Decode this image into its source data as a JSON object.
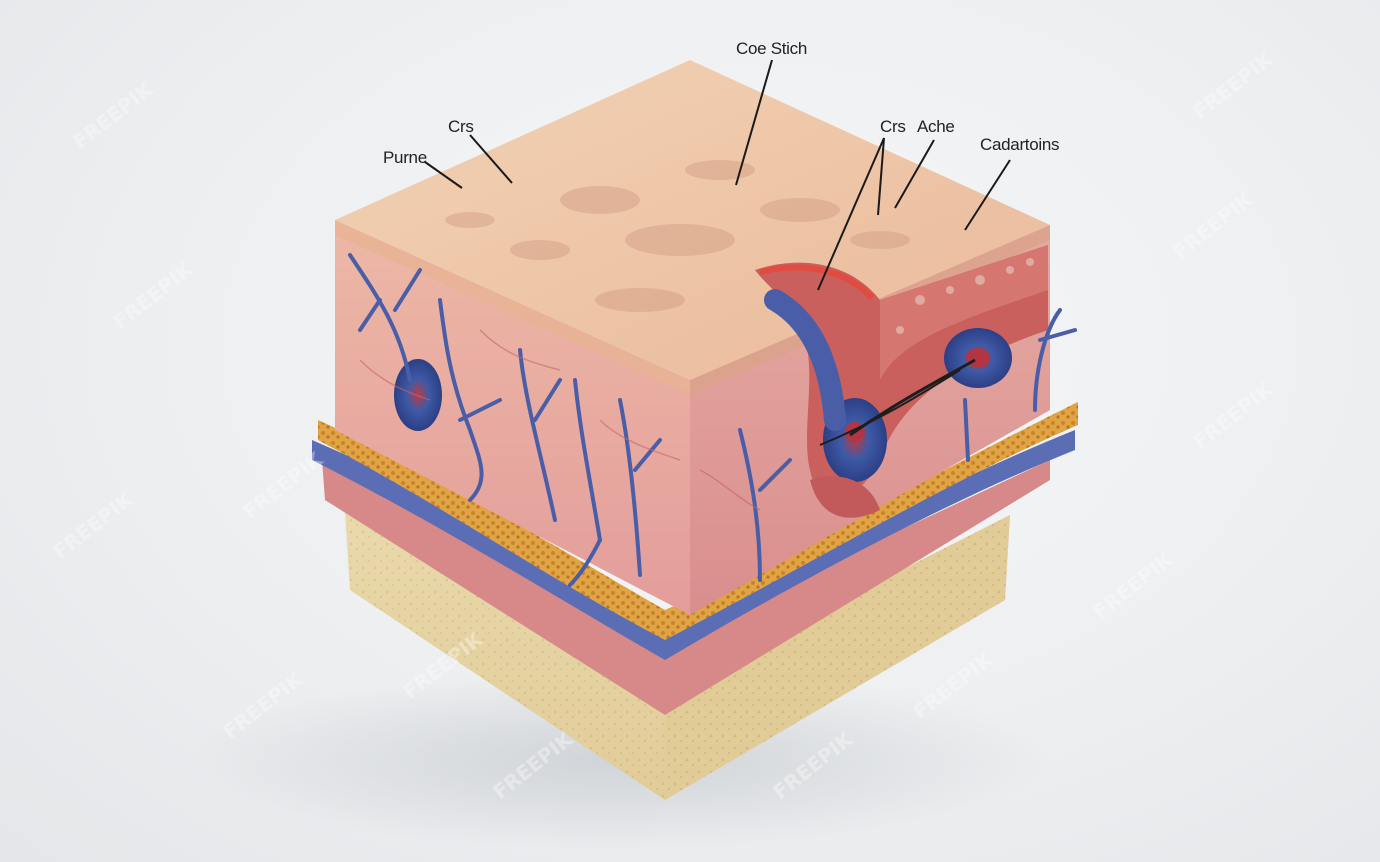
{
  "labels": {
    "core_stitch": "Coe Stich",
    "crs": "Crs",
    "purne": "Purne",
    "crs_ache_a": "Crs",
    "crs_ache_b": "Ache",
    "cardations": "Cadartoins"
  },
  "watermark": "FREEPIK",
  "colors": {
    "background": "#eef0f2",
    "skin_top": "#efc9a8",
    "dermis": "#e3a3a0",
    "vein": "#4a5ea8",
    "fat_layer": "#d89a3a",
    "muscle": "#d98a88",
    "subcutis": "#e6d3a3"
  }
}
